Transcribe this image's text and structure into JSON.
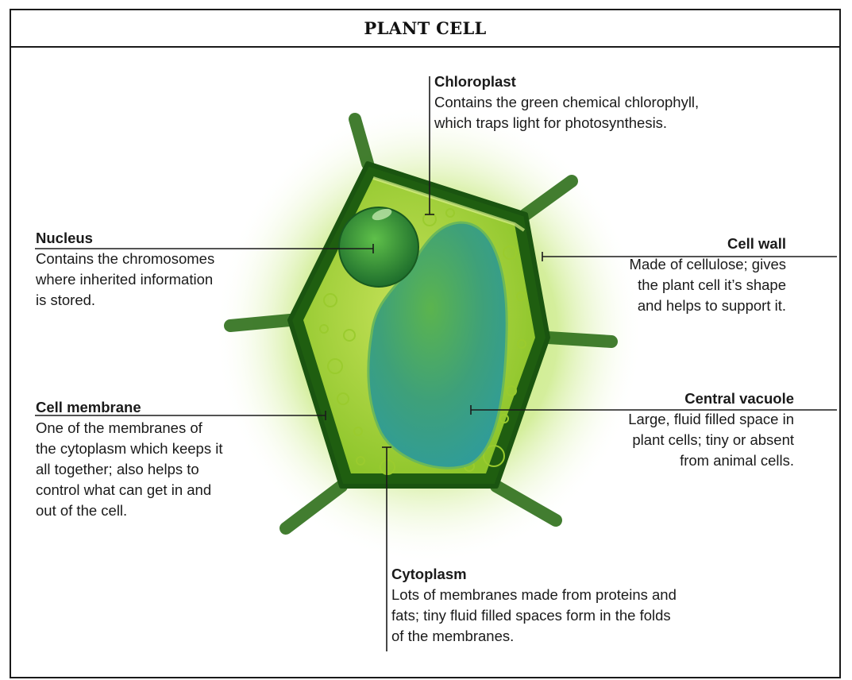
{
  "title": "PLANT CELL",
  "labels": {
    "chloroplast": {
      "heading": "Chloroplast",
      "description": "Contains the green chemical chlorophyll,\nwhich traps light for photosynthesis."
    },
    "nucleus": {
      "heading": "Nucleus",
      "description": "Contains the chromosomes\nwhere inherited information\nis stored."
    },
    "cell_wall": {
      "heading": "Cell wall",
      "description": "Made of cellulose; gives\nthe plant cell it’s shape\nand helps to support it."
    },
    "cell_membrane": {
      "heading": "Cell membrane",
      "description": "One of the membranes of\nthe cytoplasm which keeps it\nall together; also helps to\ncontrol what can get in and\nout of the cell."
    },
    "central_vacuole": {
      "heading": "Central vacuole",
      "description": "Large, fluid filled space in\nplant cells; tiny or absent\nfrom animal cells."
    },
    "cytoplasm": {
      "heading": "Cytoplasm",
      "description": "Lots of membranes made from proteins and\nfats; tiny fluid filled spaces form in the folds\nof the membranes."
    }
  },
  "colors": {
    "cell_wall": "#1f5e10",
    "cytoplasm": "#a9d63a",
    "vacuole": "#3aa58e",
    "nucleus": "#2b8a3a",
    "glow": "#b7e35a"
  }
}
